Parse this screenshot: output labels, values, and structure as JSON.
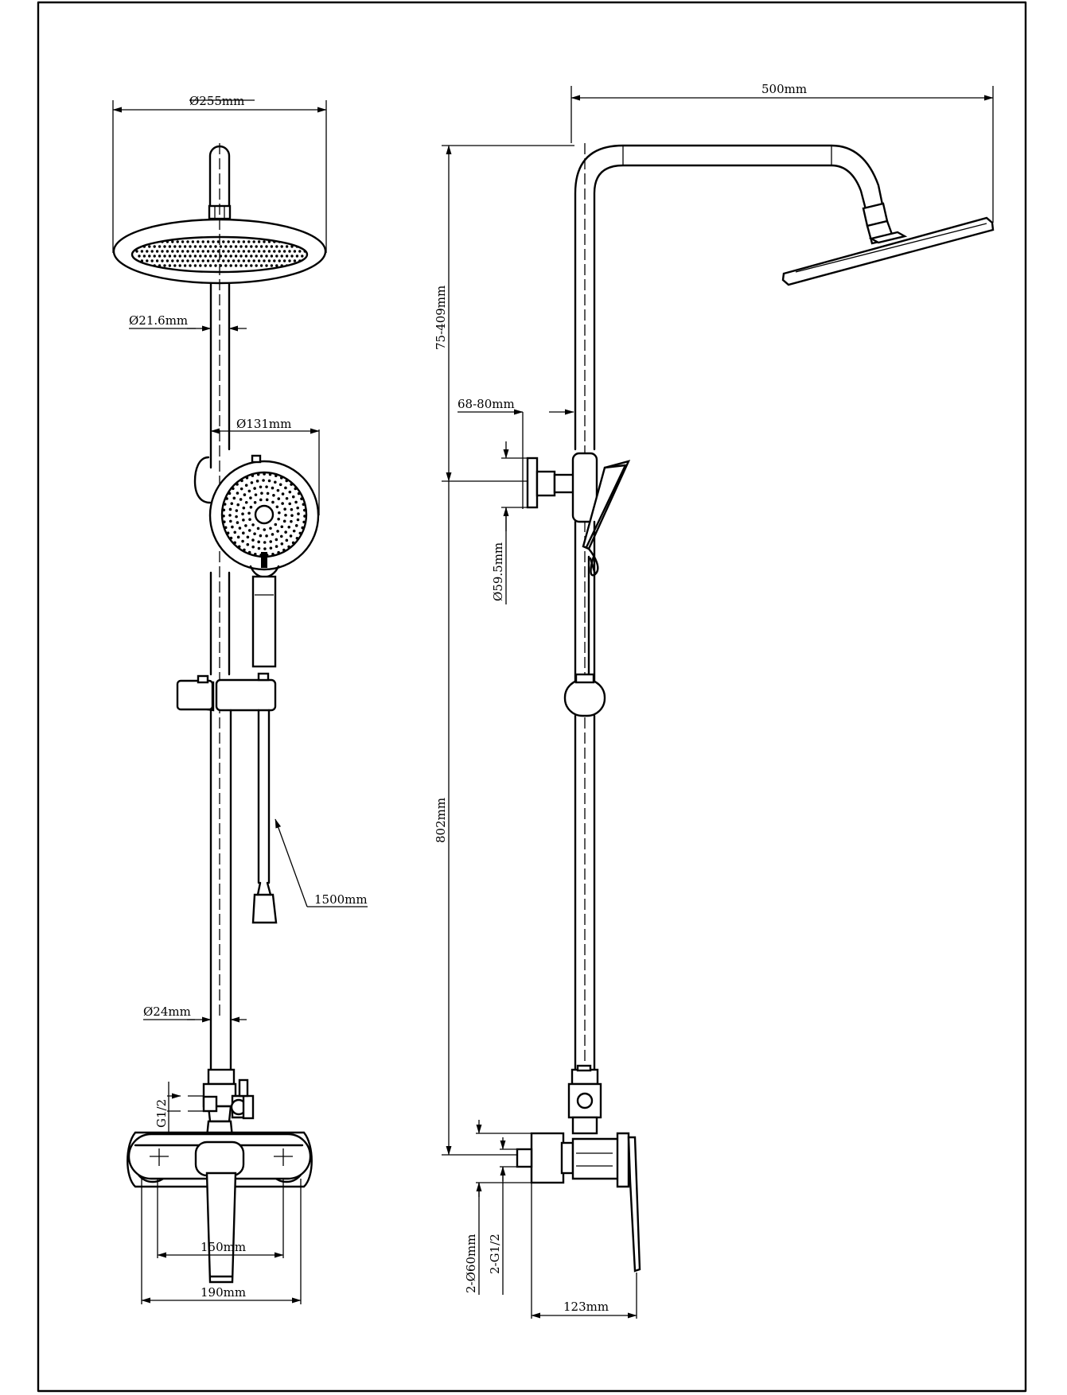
{
  "dimensions": {
    "front": {
      "rain_head_diameter": "Ø255mm",
      "upper_pipe_diameter": "Ø21.6mm",
      "hand_shower_diameter": "Ø131mm",
      "hose_length": "1500mm",
      "lower_pipe_diameter": "Ø24mm",
      "mixer_outlet_thread": "G1/2",
      "inlet_center_distance": "150mm",
      "mixer_overall_width": "190mm"
    },
    "side": {
      "overhead_arm_reach": "500mm",
      "upper_adjustable_height": "75-409mm",
      "wall_bracket_projection": "68-80mm",
      "wall_bracket_flange_diameter": "Ø59.5mm",
      "lower_height": "802mm",
      "inlet_flange_diameter": "2-Ø60mm",
      "inlet_thread": "2-G1/2",
      "mixer_projection": "123mm"
    }
  },
  "colors": {
    "line": "#000000",
    "background": "#ffffff"
  }
}
